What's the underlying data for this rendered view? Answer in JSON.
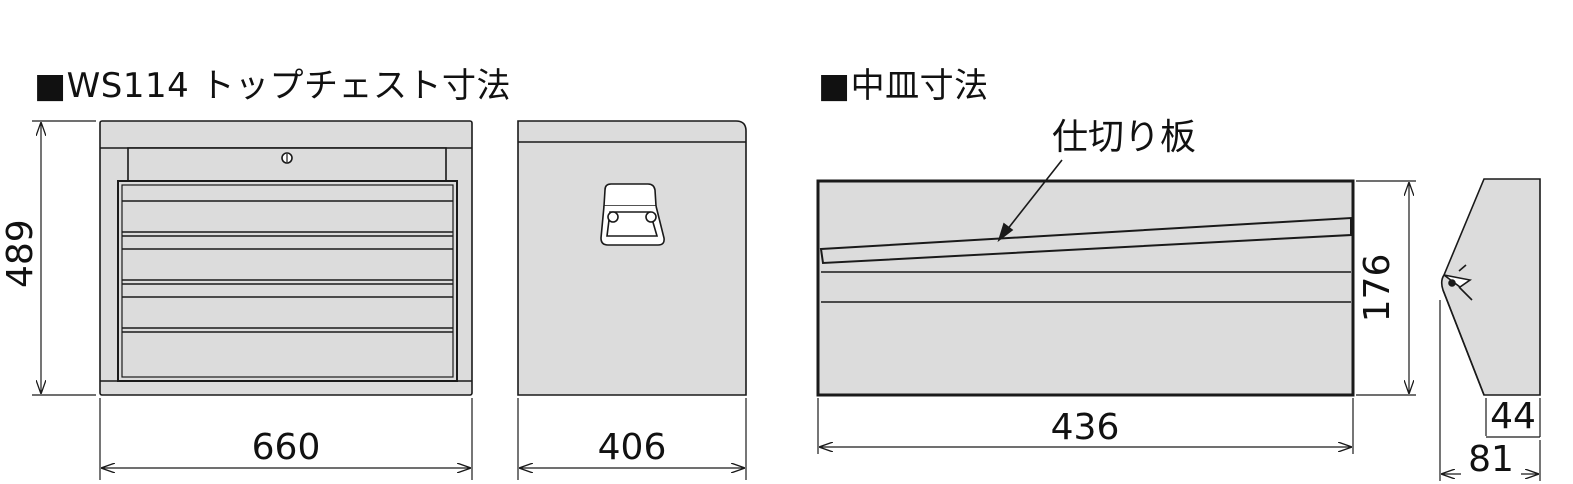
{
  "titles": {
    "chest": "■WS114 トップチェスト寸法",
    "tray": "■中皿寸法"
  },
  "chest": {
    "height": "489",
    "width": "660",
    "depth": "406"
  },
  "tray": {
    "label_divider": "仕切り板",
    "width": "436",
    "height": "176",
    "inner_height": "44",
    "depth": "81"
  },
  "colors": {
    "fill": "#dcdcdc",
    "line": "#1a1a1a"
  }
}
